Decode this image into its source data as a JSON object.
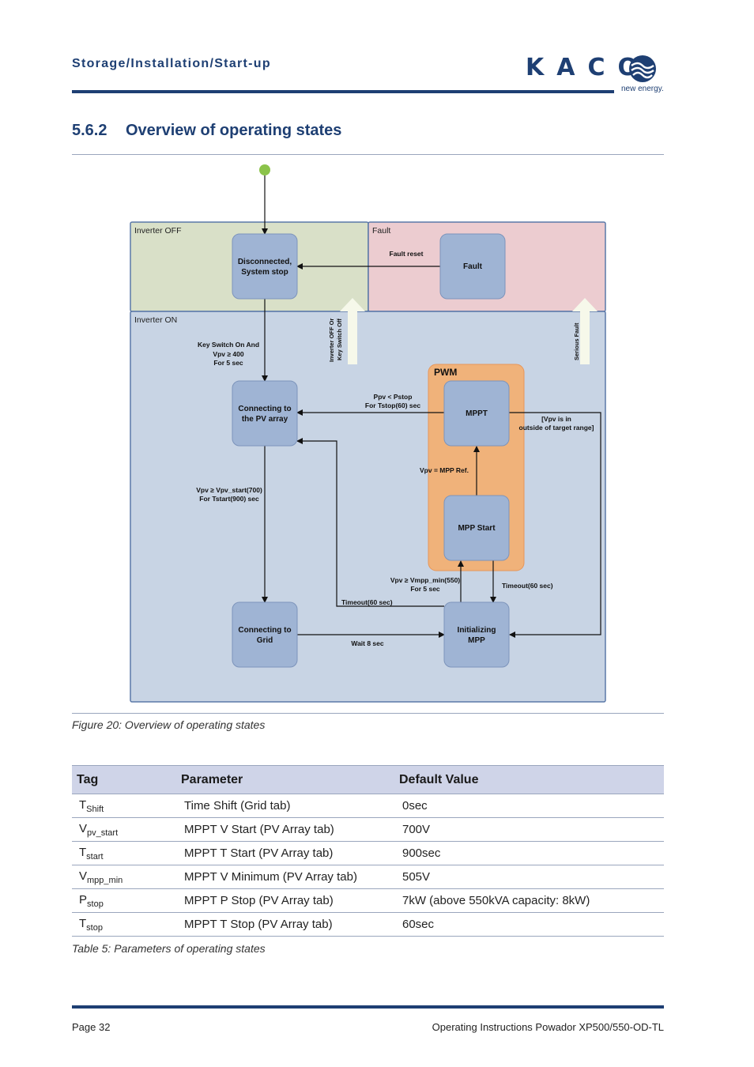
{
  "header": {
    "section_path": "Storage/Installation/Start-up",
    "logo_text": "KACO",
    "logo_tagline": "new energy."
  },
  "section": {
    "number": "5.6.2",
    "title": "Overview of operating states"
  },
  "diagram": {
    "zones": {
      "inverter_off": "Inverter OFF",
      "fault": "Fault",
      "inverter_on": "Inverter ON",
      "pwm": "PWM"
    },
    "states": {
      "disconnected": [
        "Disconnected,",
        "System stop"
      ],
      "fault": "Fault",
      "connecting_pv": [
        "Connecting to",
        "the PV array"
      ],
      "mppt": "MPPT",
      "mpp_start": "MPP Start",
      "connecting_grid": [
        "Connecting to",
        "Grid"
      ],
      "initializing": [
        "Initializing",
        "MPP"
      ]
    },
    "transitions": {
      "fault_reset": "Fault reset",
      "key_switch": [
        "Key Switch On And",
        "Vpv ≥ 400",
        "For 5 sec"
      ],
      "inverter_off_vertical": [
        "Inverter OFF Or",
        "Key Switch Off"
      ],
      "serious_fault": "Serious Fault",
      "pstop": [
        "Ppv < Pstop",
        "For Tstop(60) sec"
      ],
      "vpv_range": [
        "[Vpv is in",
        "outside of target range]"
      ],
      "mpp_ref": "Vpv = MPP Ref.",
      "vpv_start": [
        "Vpv ≥ Vpv_start(700)",
        "For Tstart(900) sec"
      ],
      "vmpp_min": [
        "Vpv ≥ Vmpp_min(550)",
        "For 5 sec"
      ],
      "timeout_right": "Timeout(60 sec)",
      "timeout_left": "Timeout(60 sec)",
      "wait": "Wait 8 sec"
    }
  },
  "figure_caption": "Figure 20:  Overview of operating states",
  "table": {
    "headers": [
      "Tag",
      "Parameter",
      "Default Value"
    ],
    "rows": [
      {
        "tag_main": "T",
        "tag_sub": "Shift",
        "parameter": "Time Shift (Grid tab)",
        "value": "0sec"
      },
      {
        "tag_main": "V",
        "tag_sub": "pv_start",
        "parameter": "MPPT V Start (PV Array tab)",
        "value": "700V"
      },
      {
        "tag_main": "T",
        "tag_sub": "start",
        "parameter": "MPPT T Start (PV Array tab)",
        "value": "900sec"
      },
      {
        "tag_main": "V",
        "tag_sub": "mpp_min",
        "parameter": "MPPT V Minimum (PV Array tab)",
        "value": "505V"
      },
      {
        "tag_main": "P",
        "tag_sub": "stop",
        "parameter": "MPPT P Stop (PV Array tab)",
        "value": "7kW (above 550kVA capacity: 8kW)"
      },
      {
        "tag_main": "T",
        "tag_sub": "stop",
        "parameter": "MPPT T Stop (PV Array tab)",
        "value": "60sec"
      }
    ]
  },
  "table_caption": "Table 5:  Parameters of operating states",
  "footer": {
    "page": "Page 32",
    "doc_title": "Operating Instructions Powador XP500/550-OD-TL"
  },
  "colors": {
    "brand_blue": "#1e3f73",
    "state_box": "#9fb4d4",
    "zone_off": "#d9e0c8",
    "zone_fault": "#ecccd0",
    "zone_on": "#c8d4e4",
    "pwm": "#f0b27a"
  }
}
